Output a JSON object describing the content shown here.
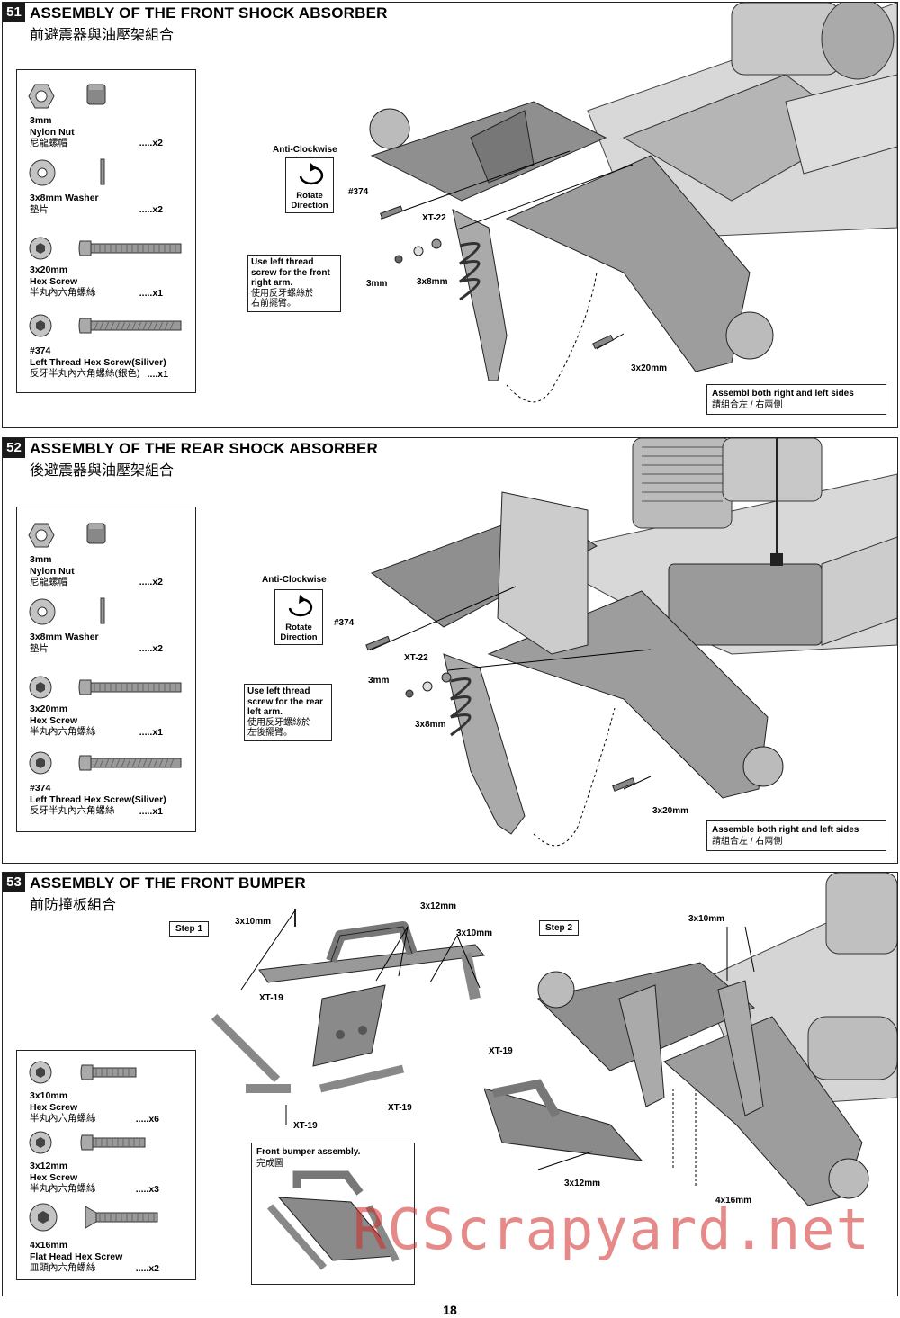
{
  "page_number": "18",
  "watermark": "RCScrapyard.net",
  "colors": {
    "ink": "#1a1a1a",
    "part_grey": "#9a9a9a",
    "watermark": "#d22828"
  },
  "sec51": {
    "num": "51",
    "title": "ASSEMBLY OF THE FRONT SHOCK ABSORBER",
    "subtitle": "前避震器與油壓架組合",
    "parts": [
      {
        "l1": "3mm",
        "l2": "Nylon Nut",
        "cn": "尼龍螺帽",
        "qty": ".....x2",
        "icon": "nylon-nut"
      },
      {
        "l1": "3x8mm Washer",
        "l2": "",
        "cn": "墊片",
        "qty": ".....x2",
        "icon": "washer"
      },
      {
        "l1": "3x20mm",
        "l2": "Hex Screw",
        "cn": "半丸內六角螺絲",
        "qty": ".....x1",
        "icon": "hex-screw"
      },
      {
        "l1": "#374",
        "l2": "Left Thread Hex Screw(Siliver)",
        "cn": "反牙半丸內六角螺絲(銀色)",
        "qty": "....x1",
        "icon": "left-thread-screw"
      }
    ],
    "rot_label": "Anti-Clockwise",
    "rot_text1": "Rotate",
    "rot_text2": "Direction",
    "warn_lines": [
      "Use left thread",
      "screw for the front",
      "right arm."
    ],
    "warn_cn": [
      "使用反牙螺絲於",
      "右前擺臂。"
    ],
    "a_374": "#374",
    "a_xt22": "XT-22",
    "a_3mm": "3mm",
    "a_3x8": "3x8mm",
    "a_3x20": "3x20mm",
    "note_en": "Assembl both right and left sides",
    "note_cn": "請組合左 / 右兩側"
  },
  "sec52": {
    "num": "52",
    "title": "ASSEMBLY OF THE REAR SHOCK ABSORBER",
    "subtitle": "後避震器與油壓架組合",
    "parts": [
      {
        "l1": "3mm",
        "l2": "Nylon Nut",
        "cn": "尼龍螺帽",
        "qty": ".....x2",
        "icon": "nylon-nut"
      },
      {
        "l1": "3x8mm Washer",
        "l2": "",
        "cn": "墊片",
        "qty": ".....x2",
        "icon": "washer"
      },
      {
        "l1": "3x20mm",
        "l2": "Hex Screw",
        "cn": "半丸內六角螺絲",
        "qty": ".....x1",
        "icon": "hex-screw"
      },
      {
        "l1": "#374",
        "l2": "Left Thread Hex Screw(Siliver)",
        "cn": "反牙半丸內六角螺絲",
        "qty": ".....x1",
        "icon": "left-thread-screw"
      }
    ],
    "rot_label": "Anti-Clockwise",
    "rot_text1": "Rotate",
    "rot_text2": "Direction",
    "warn_lines": [
      "Use left thread",
      "screw for the rear",
      "left arm."
    ],
    "warn_cn": [
      "使用反牙螺絲於",
      "左後擺臂。"
    ],
    "a_374": "#374",
    "a_xt22": "XT-22",
    "a_3mm": "3mm",
    "a_3x8": "3x8mm",
    "a_3x20": "3x20mm",
    "note_en": "Assemble both right and left sides",
    "note_cn": "請組合左 / 右兩側"
  },
  "sec53": {
    "num": "53",
    "title": "ASSEMBLY OF THE FRONT BUMPER",
    "subtitle": "前防撞板組合",
    "step1": "Step 1",
    "step2": "Step 2",
    "parts": [
      {
        "l1": "3x10mm",
        "l2": "Hex Screw",
        "cn": "半丸內六角螺絲",
        "qty": ".....x6",
        "icon": "hex-screw"
      },
      {
        "l1": "3x12mm",
        "l2": "Hex Screw",
        "cn": "半丸內六角螺絲",
        "qty": ".....x3",
        "icon": "hex-screw"
      },
      {
        "l1": "4x16mm",
        "l2": "Flat  Head Hex Screw",
        "cn": "皿頭內六角螺絲",
        "qty": ".....x2",
        "icon": "flat-head-screw"
      }
    ],
    "a_3x10_left": "3x10mm",
    "a_3x12_top": "3x12mm",
    "a_3x10_right": "3x10mm",
    "a_xt19_1": "XT-19",
    "a_xt19_2": "XT-19",
    "a_xt19_3": "XT-19",
    "a_xt19_4": "XT-19",
    "a_3x10_s2": "3x10mm",
    "a_3x12_s2": "3x12mm",
    "a_4x16_s2": "4x16mm",
    "done_en": "Front bumper assembly.",
    "done_cn": "完成圖"
  }
}
